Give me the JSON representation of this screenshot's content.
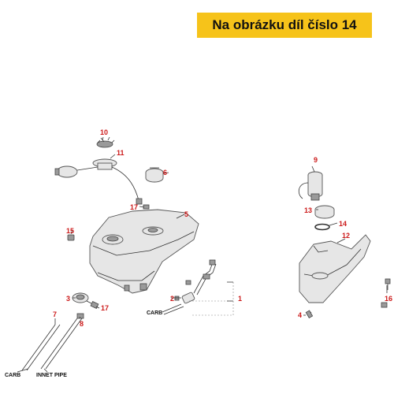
{
  "header": {
    "badge_text": "Na obrázku díl číslo 14"
  },
  "colors": {
    "badge_bg": "#f6c31a",
    "callout_number": "#cc1a1a",
    "line_art": "#555555"
  },
  "callouts": [
    "1",
    "2",
    "3",
    "4",
    "5",
    "6",
    "7",
    "8",
    "9",
    "10",
    "11",
    "12",
    "13",
    "14",
    "15",
    "16",
    "17",
    "17"
  ],
  "labels": {
    "carb_1": "CARB",
    "carb_2": "CARB",
    "inner_pipe": "INNET PIPE"
  }
}
